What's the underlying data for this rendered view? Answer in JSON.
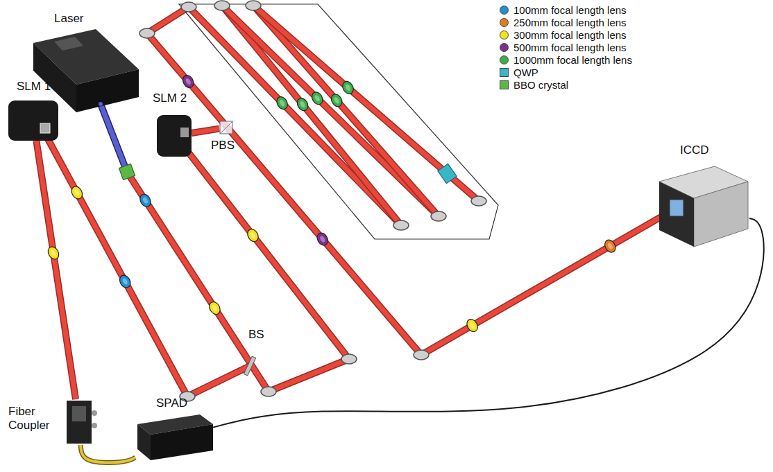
{
  "diagram": {
    "nodes": [
      {
        "text": [
          "Laser"
        ]
      },
      {
        "text": [
          "SLM 1"
        ]
      },
      {
        "text": [
          "SLM 2"
        ]
      },
      {
        "text": [
          "PBS"
        ]
      },
      {
        "text": [
          "BS"
        ]
      },
      {
        "text": [
          "ICCD"
        ]
      },
      {
        "text": [
          "Fiber Coupler"
        ]
      },
      {
        "text": [
          "SPAD"
        ]
      }
    ],
    "edges": [
      {
        "from": 1,
        "to": 6,
        "arrow": "none"
      },
      {
        "from": 2,
        "to": 3,
        "arrow": "none"
      },
      {
        "from": 6,
        "to": 7,
        "arrow": "none"
      },
      {
        "from": 7,
        "to": 5,
        "arrow": "none"
      }
    ],
    "legend": [
      {
        "text": "100mm focal length lens",
        "color": "#1f8fd0"
      },
      {
        "text": "250mm focal length lens",
        "color": "#e57a22"
      },
      {
        "text": "300mm focal length lens",
        "color": "#f2e21c"
      },
      {
        "text": "500mm focal length lens",
        "color": "#7d2f8f"
      },
      {
        "text": "1000mm focal length lens",
        "color": "#3eae4a"
      },
      {
        "text": "QWP",
        "color": "#3ab6c6"
      },
      {
        "text": "BBO crystal",
        "color": "#5cb846"
      }
    ]
  }
}
